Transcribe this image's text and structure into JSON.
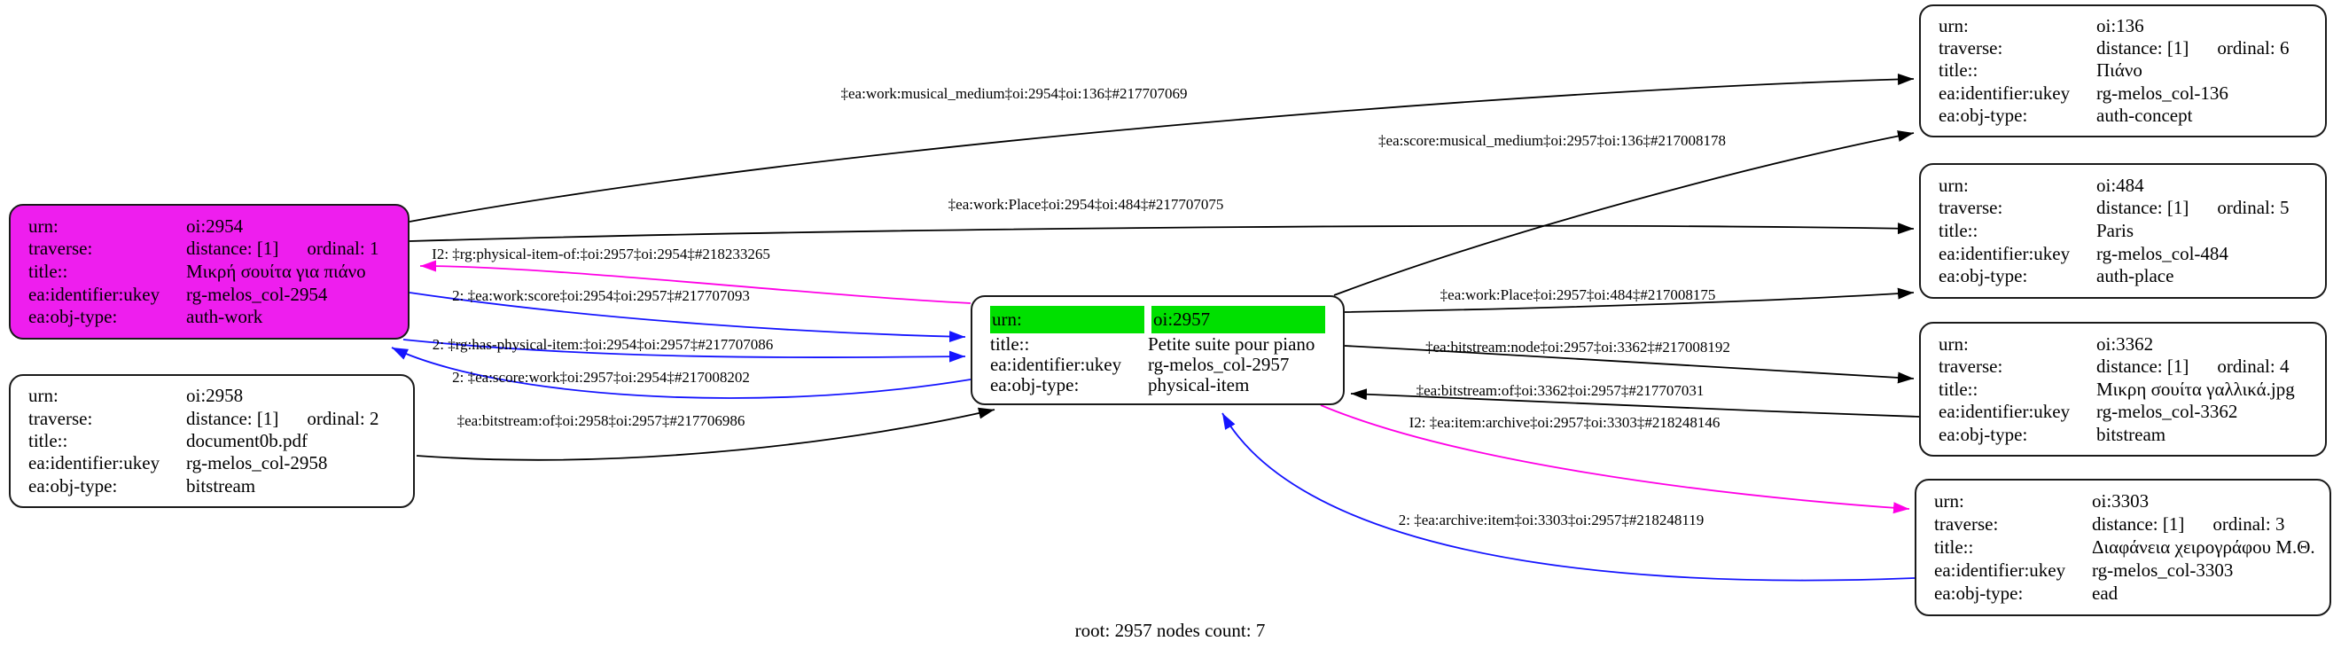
{
  "footer": "root: 2957 nodes count: 7",
  "keys": {
    "urn": "urn:",
    "traverse": "traverse:",
    "title": "title::",
    "ukey": "ea:identifier:ukey",
    "objtype": "ea:obj-type:"
  },
  "nodes": {
    "n2954": {
      "urn": "oi:2954",
      "distance": "distance: [1]",
      "ordinal": "ordinal: 1",
      "title": "Μικρή σουίτα για πιάνο",
      "ukey": "rg-melos_col-2954",
      "objtype": "auth-work"
    },
    "n2958": {
      "urn": "oi:2958",
      "distance": "distance: [1]",
      "ordinal": "ordinal: 2",
      "title": "document0b.pdf",
      "ukey": "rg-melos_col-2958",
      "objtype": "bitstream"
    },
    "n2957": {
      "urn": "oi:2957",
      "title": "Petite suite pour piano",
      "ukey": "rg-melos_col-2957",
      "objtype": "physical-item"
    },
    "n136": {
      "urn": "oi:136",
      "distance": "distance: [1]",
      "ordinal": "ordinal: 6",
      "title": "Πιάνο",
      "ukey": "rg-melos_col-136",
      "objtype": "auth-concept"
    },
    "n484": {
      "urn": "oi:484",
      "distance": "distance: [1]",
      "ordinal": "ordinal: 5",
      "title": "Paris",
      "ukey": "rg-melos_col-484",
      "objtype": "auth-place"
    },
    "n3362": {
      "urn": "oi:3362",
      "distance": "distance: [1]",
      "ordinal": "ordinal: 4",
      "title": "Μικρη σουίτα γαλλικά.jpg",
      "ukey": "rg-melos_col-3362",
      "objtype": "bitstream"
    },
    "n3303": {
      "urn": "oi:3303",
      "distance": "distance: [1]",
      "ordinal": "ordinal: 3",
      "title": "Διαφάνεια χειρογράφου Μ.Θ.",
      "ukey": "rg-melos_col-3303",
      "objtype": "ead"
    }
  },
  "edge_labels": {
    "work_musical_medium": "‡ea:work:musical_medium‡oi:2954‡oi:136‡#217707069",
    "score_musical_medium": "‡ea:score:musical_medium‡oi:2957‡oi:136‡#217008178",
    "work_place_2954": "‡ea:work:Place‡oi:2954‡oi:484‡#217707075",
    "physical_item_of": "I2: ‡rg:physical-item-of:‡oi:2957‡oi:2954‡#218233265",
    "work_score": "2: ‡ea:work:score‡oi:2954‡oi:2957‡#217707093",
    "has_physical_item": "2: ‡rg:has-physical-item:‡oi:2954‡oi:2957‡#217707086",
    "score_work": "2: ‡ea:score:work‡oi:2957‡oi:2954‡#217008202",
    "bitstream_of_2958": "‡ea:bitstream:of‡oi:2958‡oi:2957‡#217706986",
    "work_place_2957": "‡ea:work:Place‡oi:2957‡oi:484‡#217008175",
    "bitstream_node": "‡ea:bitstream:node‡oi:2957‡oi:3362‡#217008192",
    "bitstream_of_3362": "‡ea:bitstream:of‡oi:3362‡oi:2957‡#217707031",
    "item_archive": "I2: ‡ea:item:archive‡oi:2957‡oi:3303‡#218248146",
    "archive_item": "2: ‡ea:archive:item‡oi:3303‡oi:2957‡#218248119"
  },
  "colors": {
    "node_magenta": "#ee1eee",
    "node_green_header": "#00e000",
    "edge_black": "#000000",
    "edge_blue": "#1414ff",
    "edge_magenta": "#ff00e6"
  }
}
